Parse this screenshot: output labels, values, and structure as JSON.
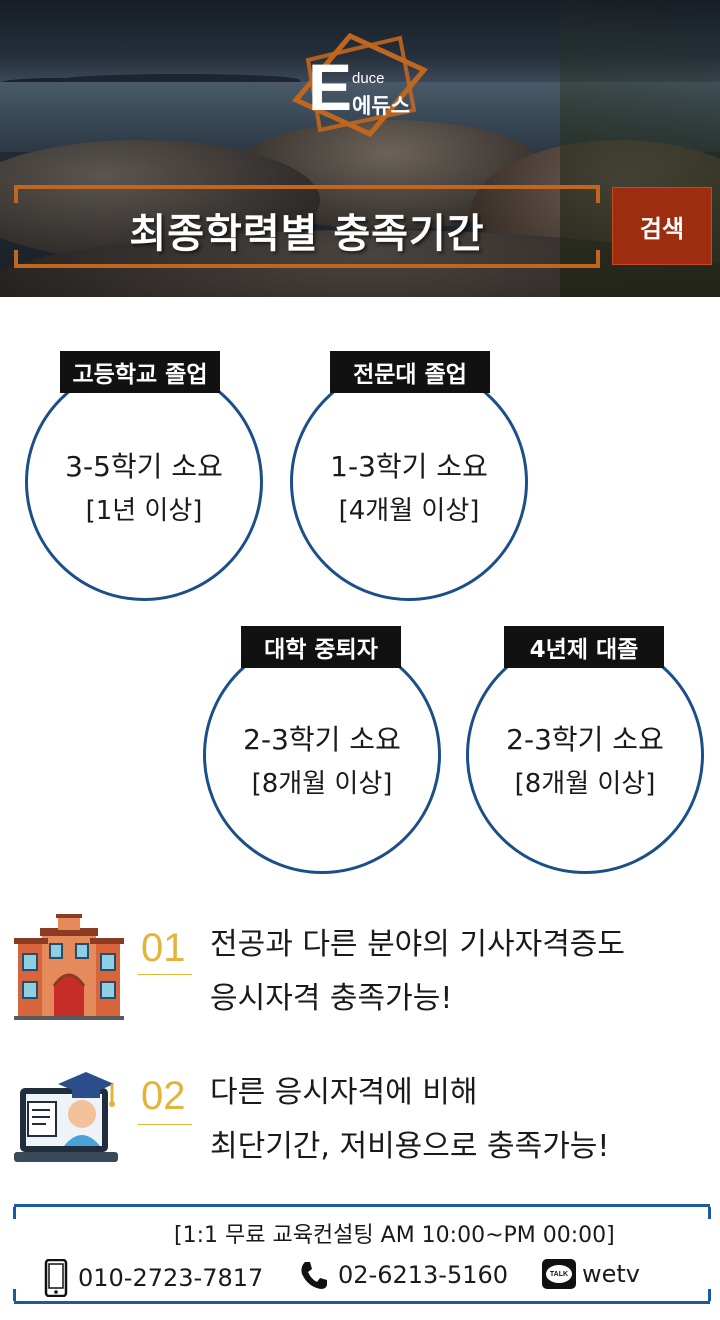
{
  "header": {
    "logo_letter": "E",
    "logo_duce": "duce",
    "logo_korean": "에듀스",
    "title": "최종학력별 충족기간",
    "search_label": "검색",
    "accent_color": "#c0661f",
    "search_bg": "#9d2d0e"
  },
  "circles": [
    {
      "tag": "고등학교 졸업",
      "line1": "3-5학기 소요",
      "line2": "[1년 이상]"
    },
    {
      "tag": "전문대 졸업",
      "line1": "1-3학기 소요",
      "line2": "[4개월 이상]"
    },
    {
      "tag": "대학 중퇴자",
      "line1": "2-3학기 소요",
      "line2": "[8개월 이상]"
    },
    {
      "tag": "4년제 대졸",
      "line1": "2-3학기 소요",
      "line2": "[8개월 이상]"
    }
  ],
  "benefits": [
    {
      "num": "01",
      "icon": "university-building-icon",
      "line1": "전공과 다른 분야의 기사자격증도",
      "line2": "응시자격 충족가능!"
    },
    {
      "num": "02",
      "icon": "online-graduate-icon",
      "line1": "다른 응시자격에 비해",
      "line2": "최단기간, 저비용으로 충족가능!"
    }
  ],
  "contact": {
    "hours": "[1:1 무료 교육컨설팅 AM 10:00~PM 00:00]",
    "mobile": "010-2723-7817",
    "phone": "02-6213-5160",
    "kakao": "wetv",
    "kakao_badge": "TALK",
    "border_color": "#1b5aa0"
  }
}
